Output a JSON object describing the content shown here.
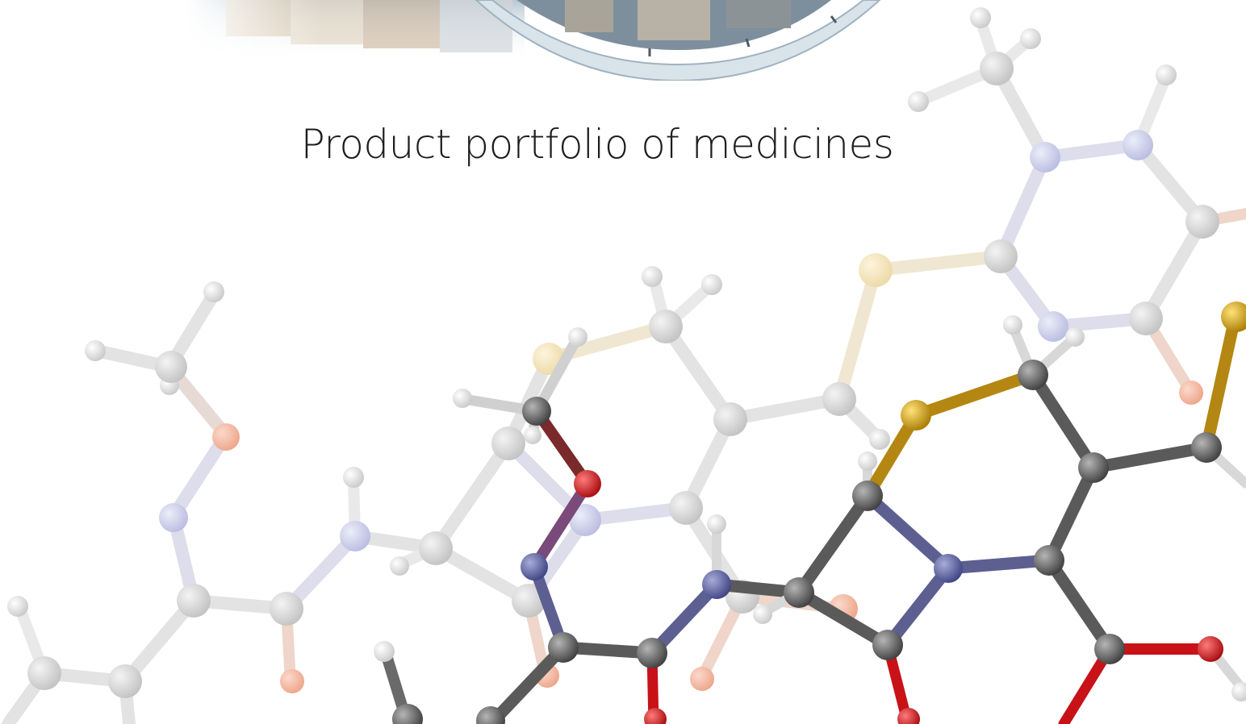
{
  "page": {
    "title": "Product portfolio of medicines"
  },
  "header_image": {
    "description_icon": "medical-collage-dial-image"
  },
  "background": {
    "illustration_icon": "ball-and-stick-molecule-illustration"
  },
  "colors": {
    "carbon_dark": "#5a5a5a",
    "carbon_faded": "#d4d4d4",
    "hydrogen": "#f2f2f2",
    "nitrogen": "#6a6fa8",
    "nitrogen_faded": "#c9cbe6",
    "oxygen": "#d8141b",
    "oxygen_faded": "#f1b9a2",
    "sulfur": "#d9a516",
    "sulfur_faded": "#f2e2b8",
    "title_text": "#1d1d1b"
  }
}
